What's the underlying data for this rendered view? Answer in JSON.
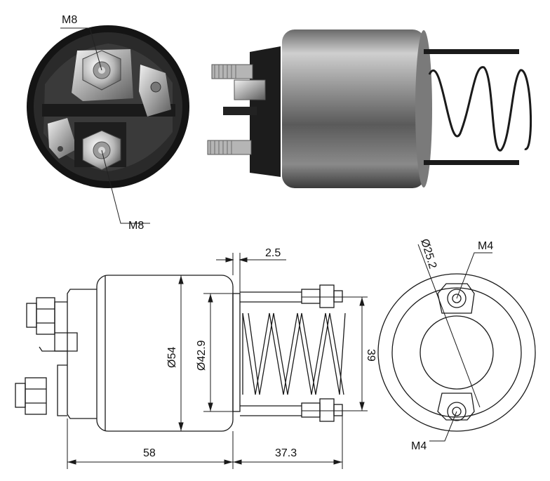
{
  "photo_views": {
    "end_view_labels": {
      "top_terminal": "M8",
      "bottom_terminal": "M8"
    }
  },
  "technical_drawing": {
    "side_view": {
      "gap_dimension": "2.5",
      "body_diameter": "Ø54",
      "inner_diameter": "Ø42.9",
      "stud_spacing": "39",
      "body_length": "58",
      "spring_length": "37.3"
    },
    "end_view": {
      "bolt_circle": "Ø25.2",
      "top_stud": "M4",
      "bottom_stud": "M4"
    }
  }
}
